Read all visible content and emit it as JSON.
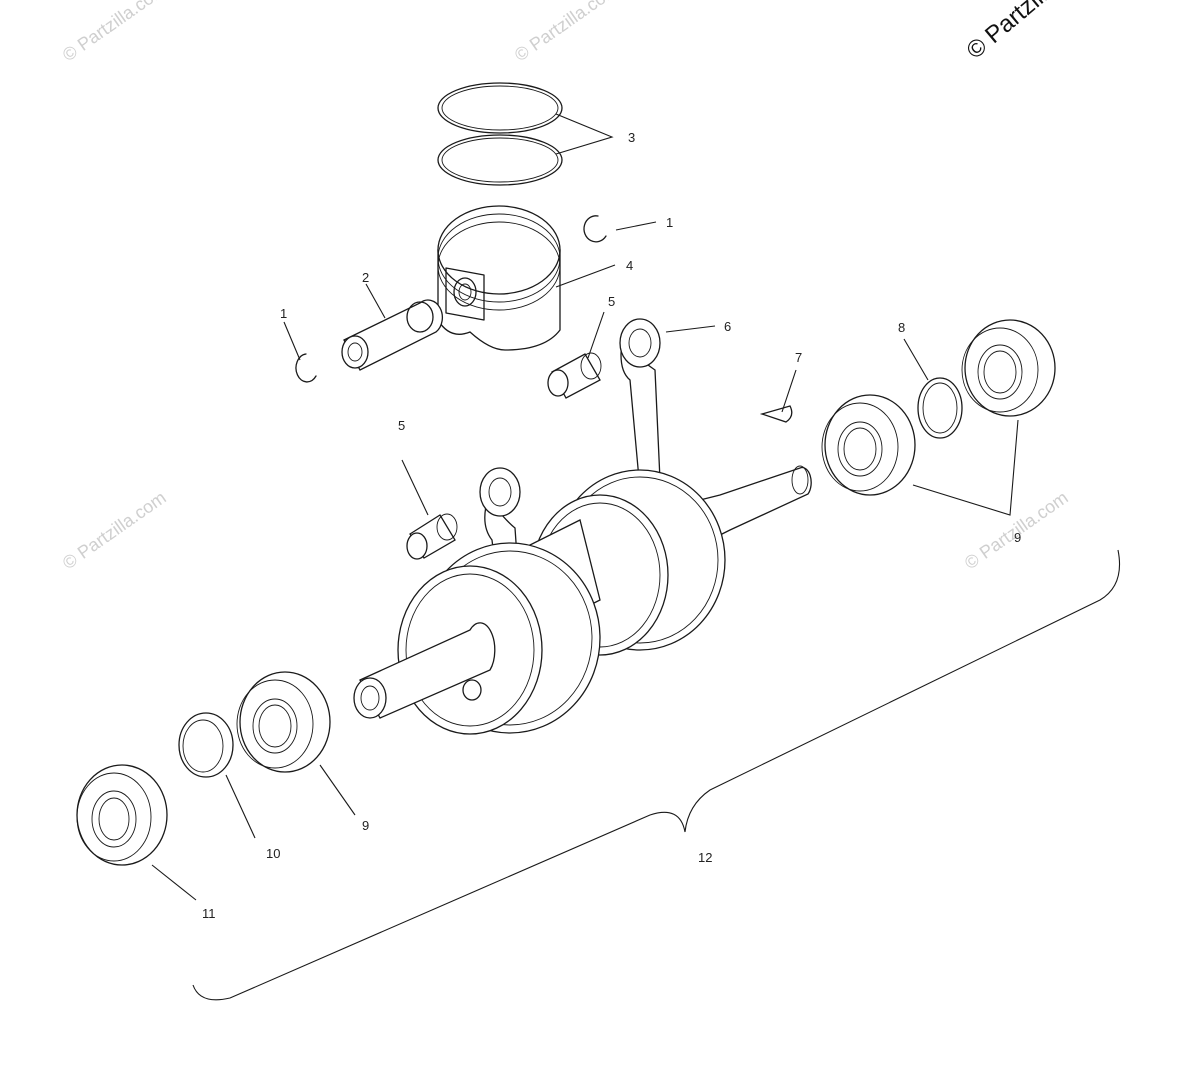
{
  "watermarks": [
    "© Partzilla.com",
    "© Partzilla.com",
    "© Partzilla.com",
    "© Partzilla.com",
    "© Partzilla.com"
  ],
  "callouts": [
    "1",
    "1",
    "2",
    "3",
    "4",
    "5",
    "5",
    "6",
    "7",
    "8",
    "9",
    "9",
    "10",
    "11",
    "12"
  ]
}
